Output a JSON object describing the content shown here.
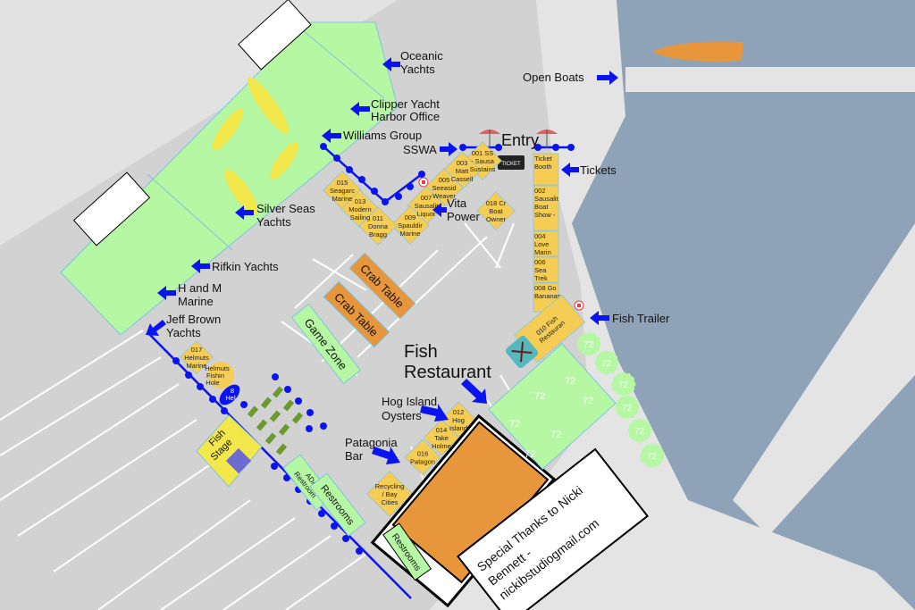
{
  "map": {
    "colors": {
      "water": "#8fa3b8",
      "parking": "#d2d2d2",
      "walk": "#e4e4e4",
      "booth": "#f5cd55",
      "green": "#b5f7a2",
      "orange": "#e8963c",
      "blue": "#0a14ee"
    },
    "labels": {
      "oceanic": [
        "Oceanic",
        "Yachts"
      ],
      "clipper": [
        "Clipper Yacht",
        "Harbor Office"
      ],
      "williams": "Williams Group",
      "sswa": "SSWA",
      "entry": "Entry",
      "tickets": "Tickets",
      "open_boats": "Open Boats",
      "silver_seas": [
        "Silver Seas",
        "Yachts"
      ],
      "vita": [
        "Vita",
        "Power"
      ],
      "rifkin": "Rifkin Yachts",
      "hm": [
        "H and M",
        "Marine"
      ],
      "jeff": [
        "Jeff Brown",
        "Yachts"
      ],
      "fish_trailer": "Fish Trailer",
      "fish_restaurant": [
        "Fish",
        "Restaurant"
      ],
      "hog": [
        "Hog Island",
        "Oysters"
      ],
      "patagonia": [
        "Patagonia",
        "Bar"
      ]
    },
    "ticket_icon": "TICKET",
    "booths": {
      "b001": [
        "001 SS",
        "- Sausa",
        "Sustains"
      ],
      "b003": [
        "003",
        "Matt",
        "Cassell"
      ],
      "b005": [
        "005",
        "Seeasid",
        "Weaver"
      ],
      "b007": [
        "007",
        "Sausalit",
        "Liquor"
      ],
      "b009": [
        "009",
        "Spauldir",
        "Marine"
      ],
      "b015": [
        "015",
        "Seagarc",
        "Marine"
      ],
      "b013": [
        "013",
        "Modern",
        "Sailing"
      ],
      "b011": [
        "011",
        "Donna",
        "Bragg"
      ],
      "b018": [
        "018 Cr",
        "Boat",
        "Owner"
      ],
      "b017": [
        "017",
        "Helmuts",
        "Marine"
      ],
      "helmuts_hole": [
        "Helmuts",
        "Fishin",
        "Hole"
      ],
      "b012": [
        "012",
        "Hog",
        "Island"
      ],
      "b014": [
        "014",
        "Take",
        "Holme"
      ],
      "b016": [
        "016",
        "Patagon"
      ],
      "recycling": [
        "Recycling",
        "/ Bay",
        "Cities"
      ],
      "b010": [
        "010 Fish",
        "Restauran"
      ],
      "boat_8": [
        "8",
        "Hel"
      ]
    },
    "ticket_column": [
      [
        "Ticket",
        "Booth"
      ],
      [
        "002",
        "Sausalit",
        "Boat",
        "Show -"
      ],
      [
        "004",
        "Love",
        "Marin"
      ],
      [
        "006",
        "Sea",
        "Trek"
      ],
      [
        "008 Go",
        "Bananas"
      ]
    ],
    "zones": {
      "crab1": "Crab Table",
      "crab2": "Crab Table",
      "game": "Game Zone",
      "fish_stage": [
        "Fish",
        "Stage"
      ],
      "ada": [
        "ADA",
        "Restroom"
      ],
      "restrooms1": "Restrooms",
      "restrooms2": "Restrooms"
    },
    "seating_number": "72",
    "thanks": [
      "Special Thanks to Nicki",
      "Bennett -",
      "nickibstudiogmail.com"
    ]
  }
}
